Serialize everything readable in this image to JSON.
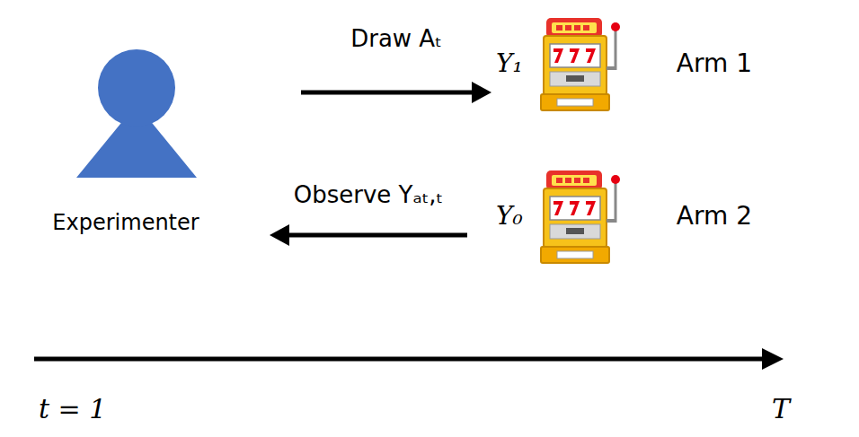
{
  "diagram": {
    "nodes": [
      {
        "text": [
          "Experimenter"
        ]
      },
      {
        "text": [
          "Y₁",
          "Arm 1"
        ]
      },
      {
        "text": [
          "Y₀",
          "Arm 2"
        ]
      }
    ],
    "edges": [
      {
        "from": 0,
        "to": 1,
        "arrow": "to",
        "label": "Draw Aₜ"
      },
      {
        "from": 2,
        "to": 0,
        "arrow": "to",
        "label": "Observe Yₐₜ,ₜ"
      }
    ],
    "labels": [
      "t = 1",
      "T"
    ]
  }
}
